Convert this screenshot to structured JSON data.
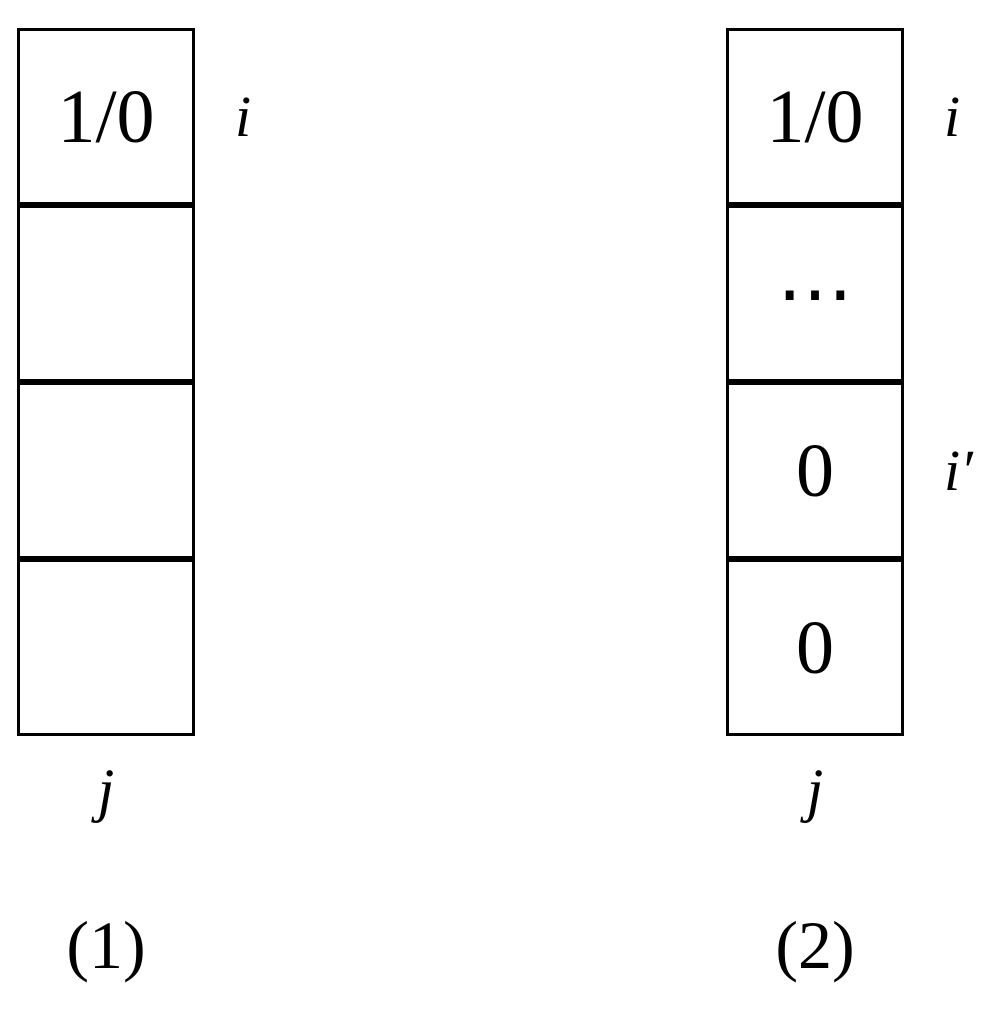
{
  "colors": {
    "ink": "#000000",
    "background": "#ffffff"
  },
  "figures": [
    {
      "caption": "(1)",
      "column_label": "j",
      "cells": [
        {
          "value": "1/0",
          "row_label": "i"
        },
        {
          "value": "",
          "row_label": ""
        },
        {
          "value": "",
          "row_label": ""
        },
        {
          "value": "",
          "row_label": ""
        }
      ]
    },
    {
      "caption": "(2)",
      "column_label": "j",
      "cells": [
        {
          "value": "1/0",
          "row_label": "i"
        },
        {
          "value": "⋯",
          "row_label": ""
        },
        {
          "value": "0",
          "row_label": "i′"
        },
        {
          "value": "0",
          "row_label": ""
        }
      ]
    }
  ]
}
